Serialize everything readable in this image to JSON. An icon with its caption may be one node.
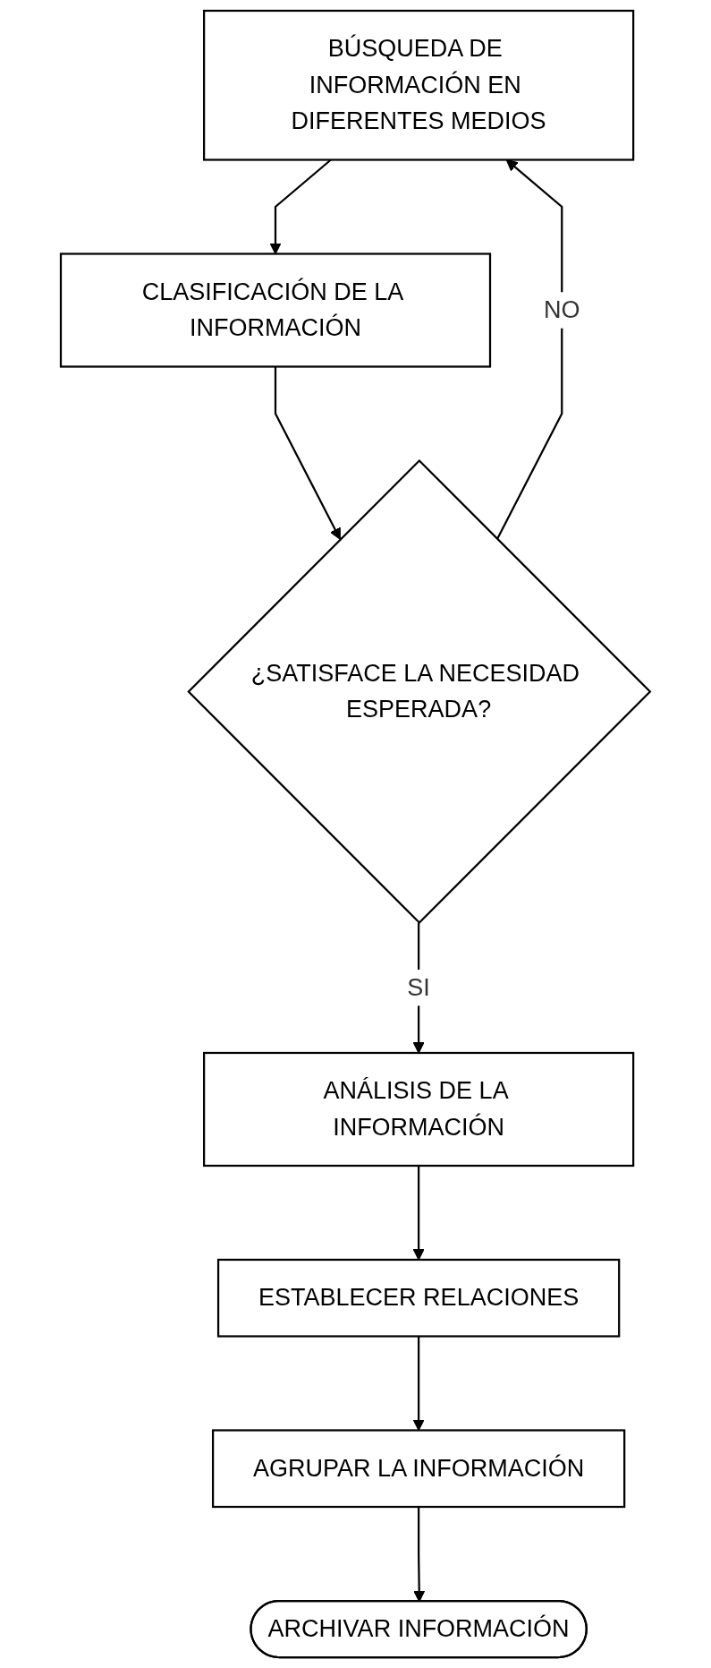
{
  "diagram": {
    "nodes": [
      {
        "text": [
          "BÚSQUEDA DE INFORMACIÓN EN DIFERENTES MEDIOS"
        ]
      },
      {
        "text": [
          "CLASIFICACIÓN DE LA INFORMACIÓN"
        ]
      },
      {
        "text": [
          "¿SATISFACE LA NECESIDAD ESPERADA?"
        ]
      },
      {
        "text": [
          "ANÁLISIS DE LA INFORMACIÓN"
        ]
      },
      {
        "text": [
          "ESTABLECER RELACIONES"
        ]
      },
      {
        "text": [
          "AGRUPAR LA INFORMACIÓN"
        ]
      },
      {
        "text": [
          "ARCHIVAR INFORMACIÓN"
        ]
      }
    ],
    "edges": [
      {
        "from": 0,
        "to": 1,
        "arrow": "to"
      },
      {
        "from": 1,
        "to": 2,
        "arrow": "to"
      },
      {
        "from": 2,
        "to": 0,
        "arrow": "to",
        "label": "NO"
      },
      {
        "from": 2,
        "to": 3,
        "arrow": "to",
        "label": "SI"
      },
      {
        "from": 3,
        "to": 4,
        "arrow": "to"
      },
      {
        "from": 4,
        "to": 5,
        "arrow": "to"
      },
      {
        "from": 5,
        "to": 6,
        "arrow": "to"
      }
    ]
  }
}
